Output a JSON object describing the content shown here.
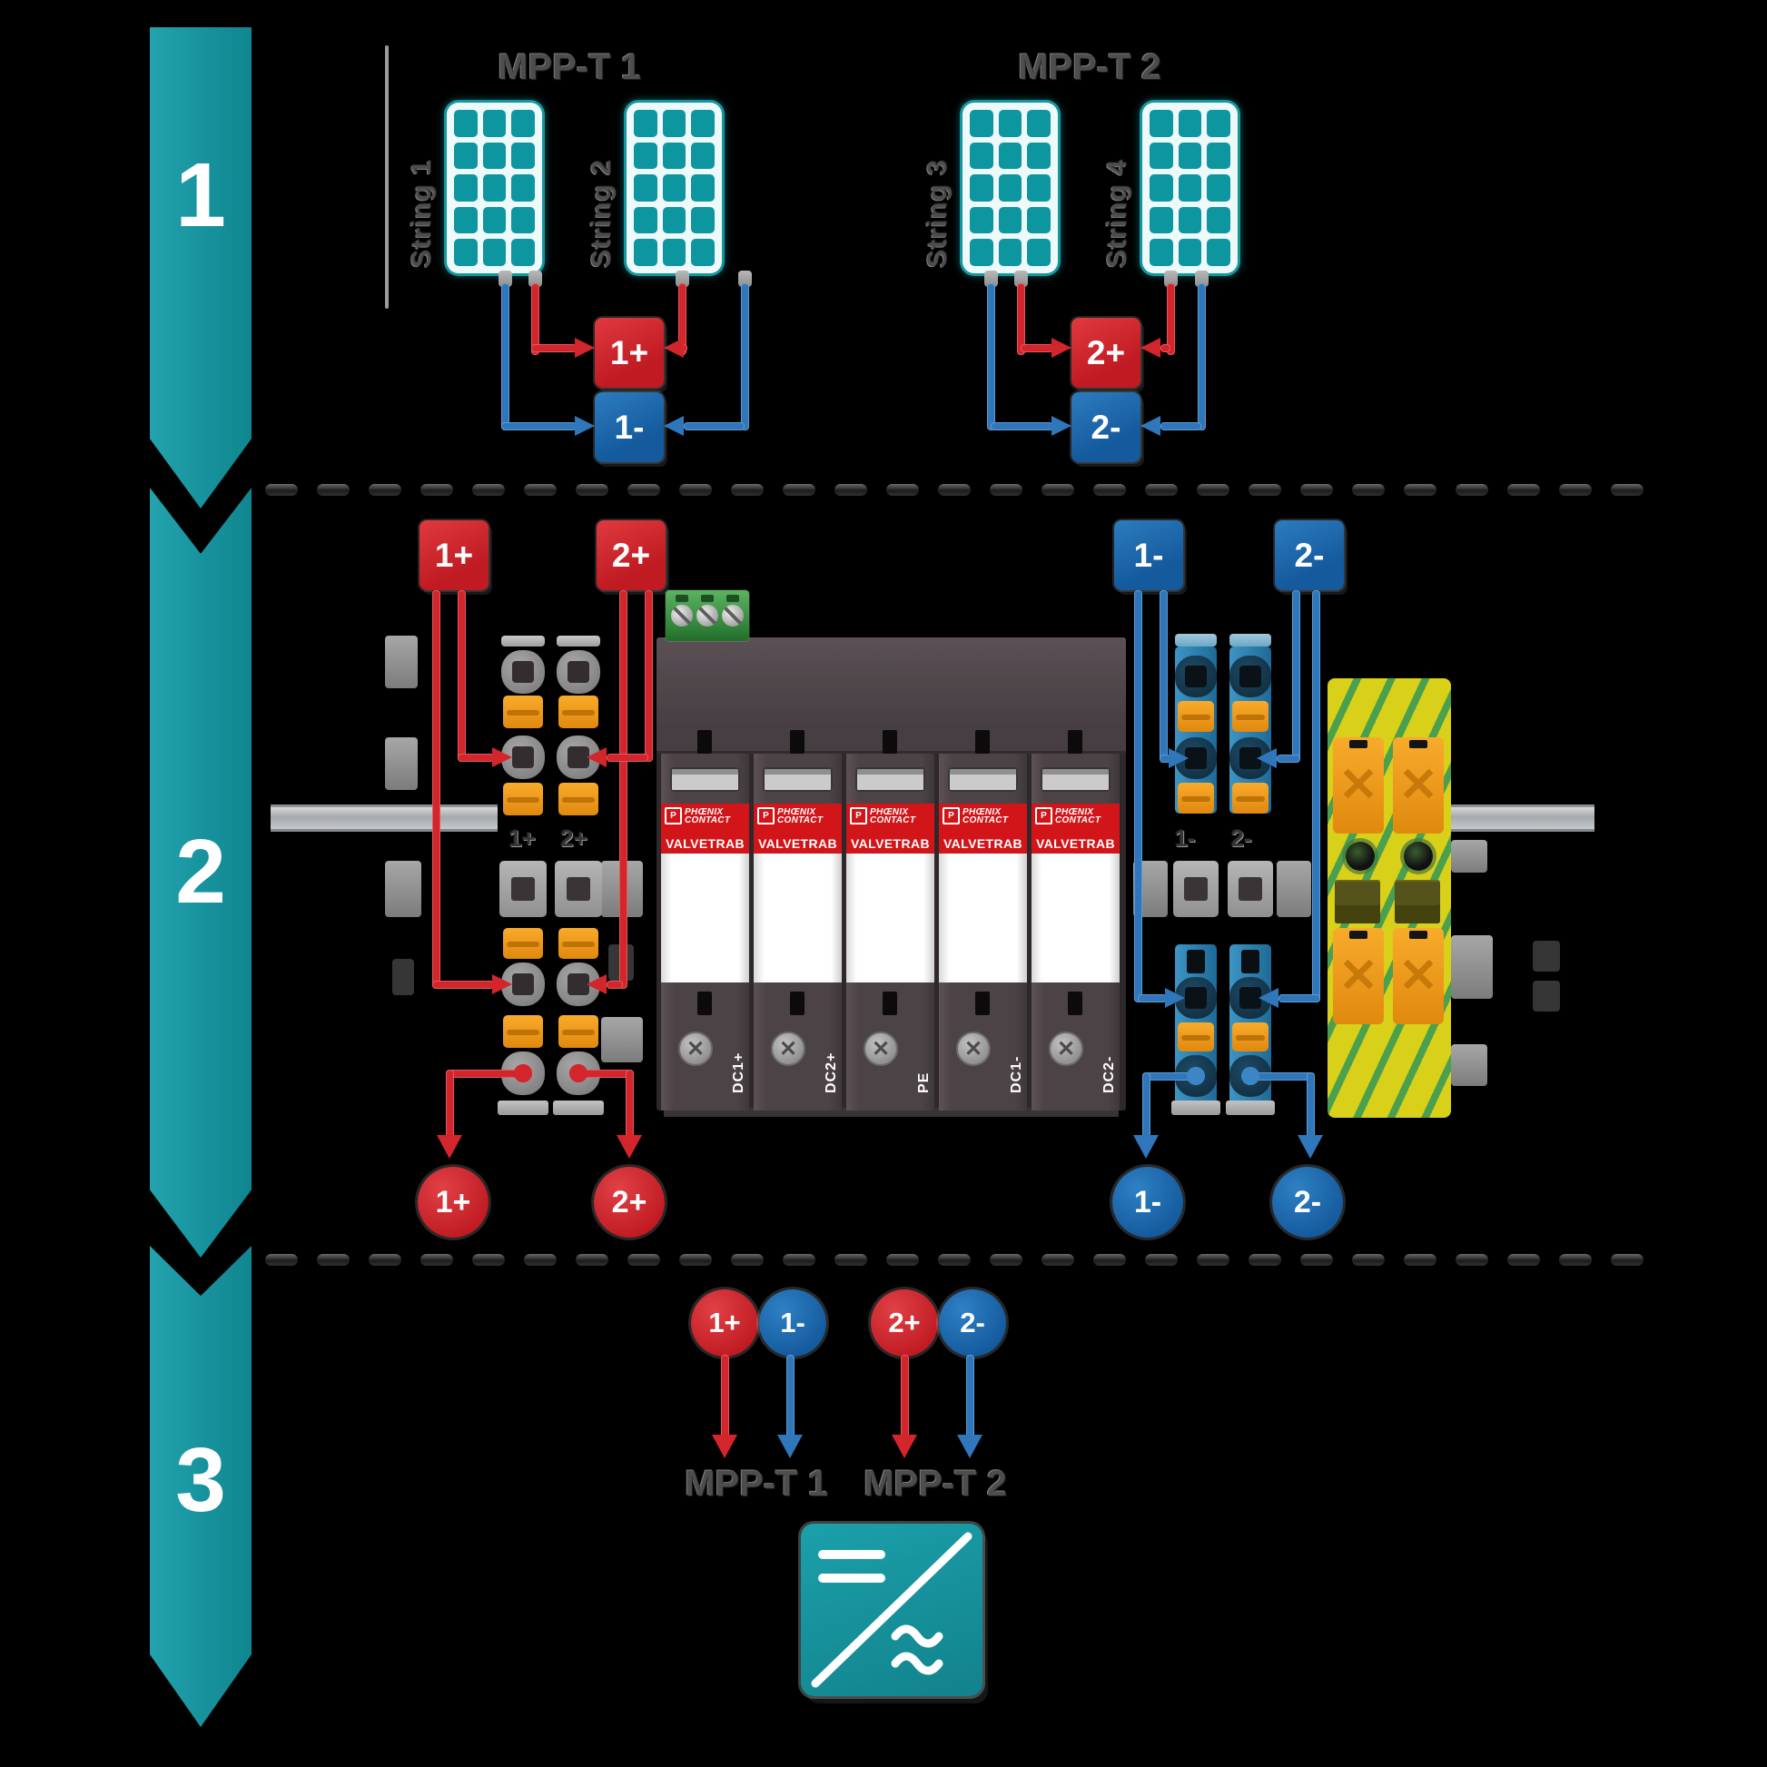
{
  "steps": {
    "s1": "1",
    "s2": "2",
    "s3": "3"
  },
  "top": {
    "mppt1": {
      "title": "MPP-T 1",
      "strings": [
        "String 1",
        "String 2"
      ],
      "plus": "1+",
      "minus": "1-"
    },
    "mppt2": {
      "title": "MPP-T 2",
      "strings": [
        "String 3",
        "String 4"
      ],
      "plus": "2+",
      "minus": "2-"
    }
  },
  "mid": {
    "in_plus1": "1+",
    "in_plus2": "2+",
    "in_minus1": "1-",
    "in_minus2": "2-",
    "rail_plus1": "1+",
    "rail_plus2": "2+",
    "rail_minus1": "1-",
    "rail_minus2": "2-",
    "out_plus1": "1+",
    "out_plus2": "2+",
    "out_minus1": "1-",
    "out_minus2": "2-",
    "device": {
      "brand_top": "PHŒNIX",
      "brand_bottom": "CONTACT",
      "product": "VALVETRAB",
      "module_count": 5,
      "terminals": [
        "DC1+",
        "DC2+",
        "PE",
        "DC1-",
        "DC2-"
      ]
    }
  },
  "bottom": {
    "plus1": "1+",
    "minus1": "1-",
    "plus2": "2+",
    "minus2": "2-",
    "mppt1_label": "MPP-T 1",
    "mppt2_label": "MPP-T 2"
  },
  "colors": {
    "teal": "#17929d",
    "red": "#d3252c",
    "blue": "#2f77ba",
    "orange": "#f49d1e",
    "device_red": "#d21519",
    "pe_yellow": "#d9d01a",
    "pe_green": "#4aa04e"
  }
}
